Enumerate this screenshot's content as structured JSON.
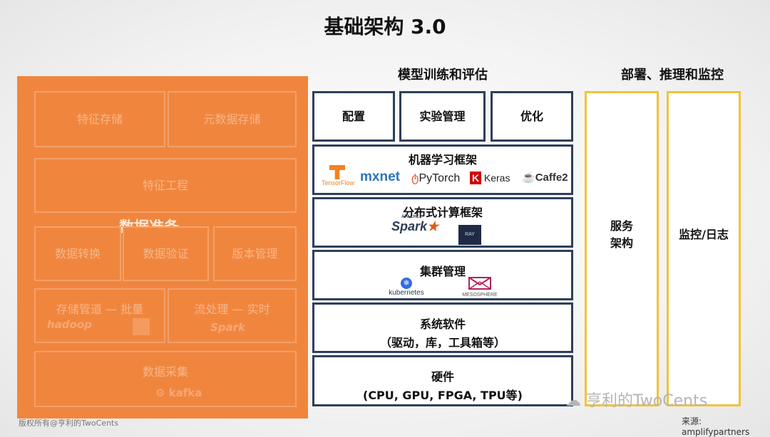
{
  "title": "基础架构 3.0",
  "data_prep": {
    "label": "数据准备",
    "cells": {
      "feature_store": "特征存储",
      "metadata_store": "元数据存储",
      "feature_eng": "特征工程",
      "data_transform": "数据转换",
      "data_validate": "数据验证",
      "version_mgmt": "版本管理",
      "batch": "存储管道 — 批量",
      "stream": "流处理 — 实时",
      "collect": "数据采集"
    },
    "logos": {
      "hadoop": "hadoop",
      "spark": "Spark",
      "kafka": "kafka"
    }
  },
  "training": {
    "header": "模型训练和评估",
    "config": "配置",
    "experiment": "实验管理",
    "optimize": "优化",
    "ml_frameworks": {
      "title": "机器学习框架",
      "logos": [
        "TensorFlow",
        "mxnet",
        "PyTorch",
        "Keras",
        "Caffe2"
      ]
    },
    "distributed": {
      "title": "分布式计算框架",
      "spark": "Spark",
      "spark_small": "APACHE",
      "ray": "RAY"
    },
    "cluster": {
      "title": "集群管理",
      "k8s": "kubernetes",
      "mesos": "MESOSPHERE"
    },
    "system_sw": {
      "title": "系统软件",
      "subtitle": "（驱动，库，工具箱等）"
    },
    "hardware": {
      "title": "硬件",
      "subtitle": "(CPU, GPU, FPGA, TPU等)"
    }
  },
  "deploy": {
    "header": "部署、推理和监控",
    "serving_line1": "服务",
    "serving_line2": "架构",
    "monitoring": "监控/日志"
  },
  "footer": {
    "copyright": "版权所有@亨利的TwoCents",
    "watermark": "亨利的TwoCents",
    "source": "来源: amplifypartners"
  },
  "colors": {
    "orange": "#f0863e",
    "navy": "#2e3f5c",
    "yellow": "#f2c23a"
  }
}
